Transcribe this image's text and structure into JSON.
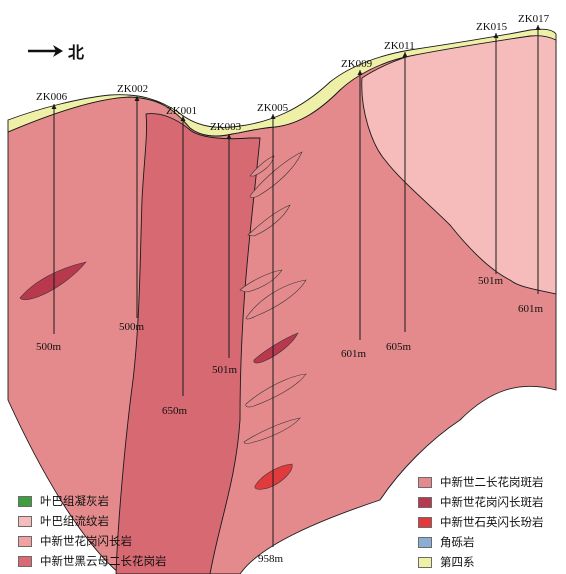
{
  "north_label": "北",
  "colors": {
    "granite_porphyry": "#e58a8c",
    "granodiorite": "#d76972",
    "granodiorite_porphyry": "#b8384e",
    "quartz_diorite": "#e03a3c",
    "rhyolite": "#f6bcbc",
    "tuff": "#3f9e3e",
    "biotite_granite": "#dc6a74",
    "breccia": "#8aaed4",
    "quaternary": "#eff0a8"
  },
  "boreholes": [
    {
      "name": "ZK006",
      "depth": "500m"
    },
    {
      "name": "ZK002",
      "depth": "500m"
    },
    {
      "name": "ZK001",
      "depth": "650m"
    },
    {
      "name": "ZK003",
      "depth": "501m"
    },
    {
      "name": "ZK005",
      "depth": "958m"
    },
    {
      "name": "ZK009",
      "depth": "601m"
    },
    {
      "name": "ZK011",
      "depth": "605m"
    },
    {
      "name": "ZK015",
      "depth": "501m"
    },
    {
      "name": "ZK017",
      "depth": "601m"
    }
  ],
  "legend_left": [
    {
      "label": "叶巴组凝灰岩",
      "color": "#3f9e3e"
    },
    {
      "label": "叶巴组流纹岩",
      "color": "#f6bcbc"
    },
    {
      "label": "中新世花岗闪长岩",
      "color": "#f2a0a2"
    },
    {
      "label": "中新世黑云母二长花岗岩",
      "color": "#dc6a74"
    }
  ],
  "legend_right": [
    {
      "label": "中新世二长花岗斑岩",
      "color": "#e58a8c"
    },
    {
      "label": "中新世花岗闪长斑岩",
      "color": "#b8384e"
    },
    {
      "label": "中新世石英闪长玢岩",
      "color": "#e03a3c"
    },
    {
      "label": "角砾岩",
      "color": "#8aaed4"
    },
    {
      "label": "第四系",
      "color": "#eff0a8"
    }
  ]
}
